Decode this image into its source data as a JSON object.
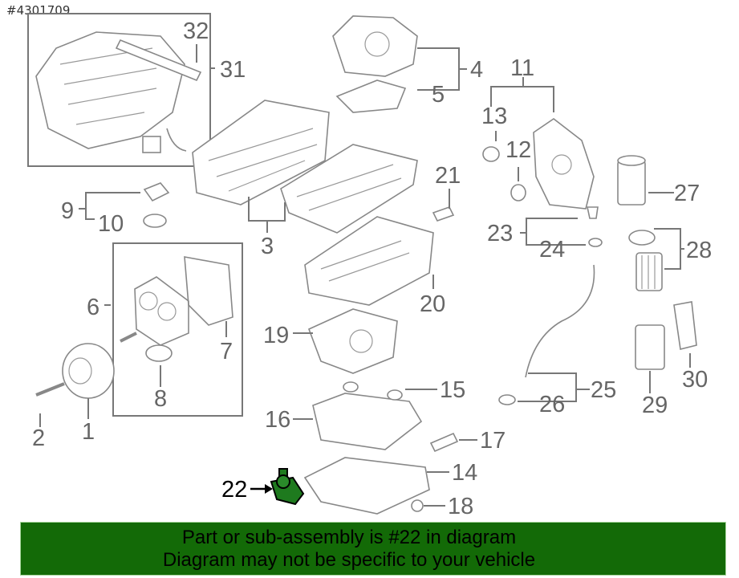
{
  "reference_number": "#4301709",
  "callouts": {
    "c1": "1",
    "c2": "2",
    "c3": "3",
    "c4": "4",
    "c5": "5",
    "c6": "6",
    "c7": "7",
    "c8": "8",
    "c9": "9",
    "c10": "10",
    "c11": "11",
    "c12": "12",
    "c13": "13",
    "c14": "14",
    "c15": "15",
    "c16": "16",
    "c17": "17",
    "c18": "18",
    "c19": "19",
    "c20": "20",
    "c21": "21",
    "c22": "22",
    "c23": "23",
    "c24": "24",
    "c25": "25",
    "c26": "26",
    "c27": "27",
    "c28": "28",
    "c29": "29",
    "c30": "30",
    "c31": "31",
    "c32": "32"
  },
  "highlighted_part": "22",
  "banner": {
    "line1": "Part or sub-assembly is #22 in diagram",
    "line2": "Diagram may not be specific to your vehicle",
    "color": "#136a07"
  }
}
